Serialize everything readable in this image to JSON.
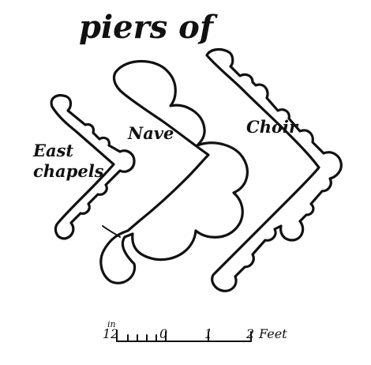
{
  "title": "piers of",
  "labels": {
    "east_chapels_line1": "East",
    "east_chapels_line2": "chapels",
    "nave": "Nave",
    "choir": "Choir"
  },
  "scale": {
    "left_label": "12",
    "inch_mark": "in",
    "zero": "0",
    "one": "1",
    "two": "2",
    "unit": "Feet"
  },
  "colors": {
    "ink": "#111111",
    "paper": "#ffffff"
  }
}
